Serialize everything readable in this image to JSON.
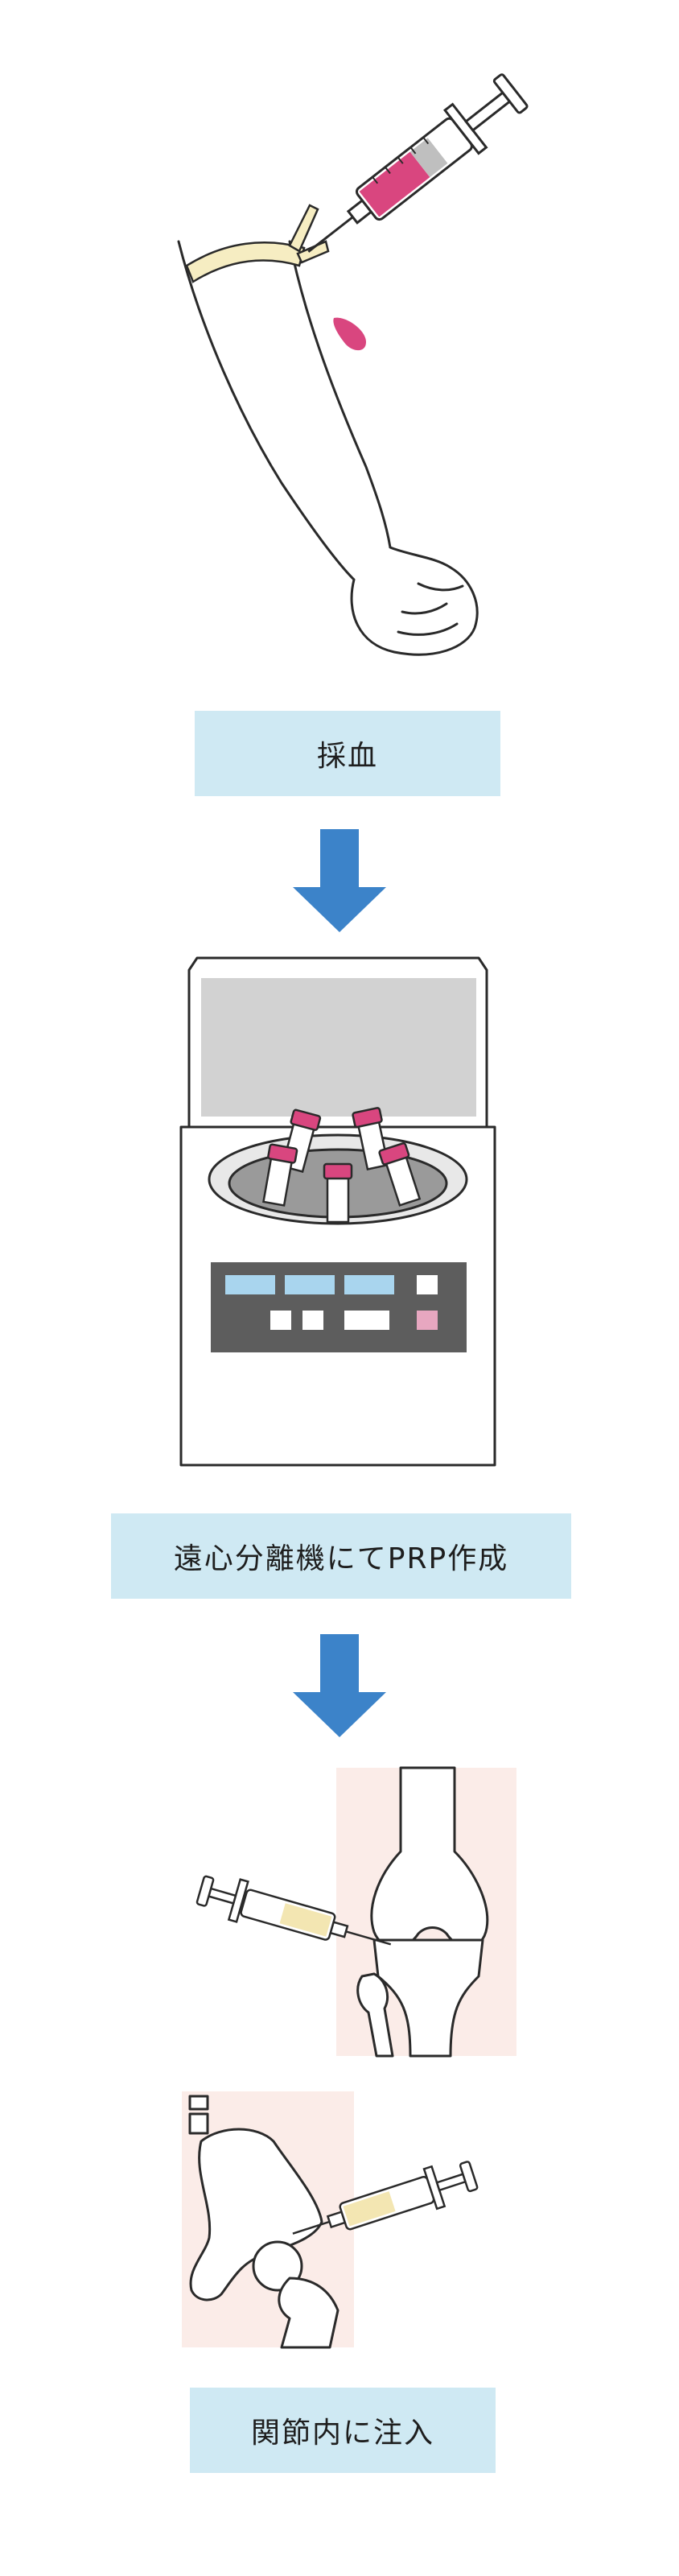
{
  "steps": [
    {
      "label": "採血"
    },
    {
      "label": "遠心分離機にてPRP作成"
    },
    {
      "label": "関節内に注入"
    }
  ],
  "colors": {
    "label_bg": "#cfe9f3",
    "arrow": "#3c83c9",
    "blood": "#d9467f",
    "prp": "#f3e6b2",
    "skin": "#fbece8",
    "screen_blue": "#a9d5ee",
    "drum": "#9a9a9a"
  },
  "icons": [
    "arm-with-syringe-illustration",
    "down-arrow-icon",
    "centrifuge-illustration",
    "knee-injection-illustration",
    "hip-injection-illustration"
  ]
}
